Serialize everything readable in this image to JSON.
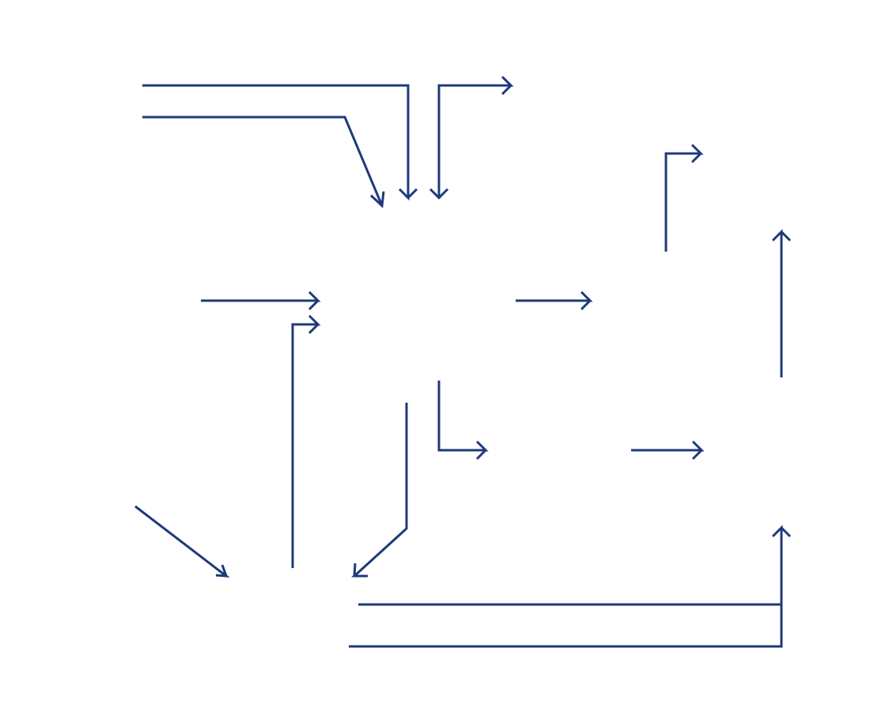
{
  "diagram": {
    "type": "flow-connectors",
    "nodes_text": "none",
    "stroke_color": "#1f3a7a",
    "arrowhead": "open-chevron",
    "connector_count": 18
  }
}
